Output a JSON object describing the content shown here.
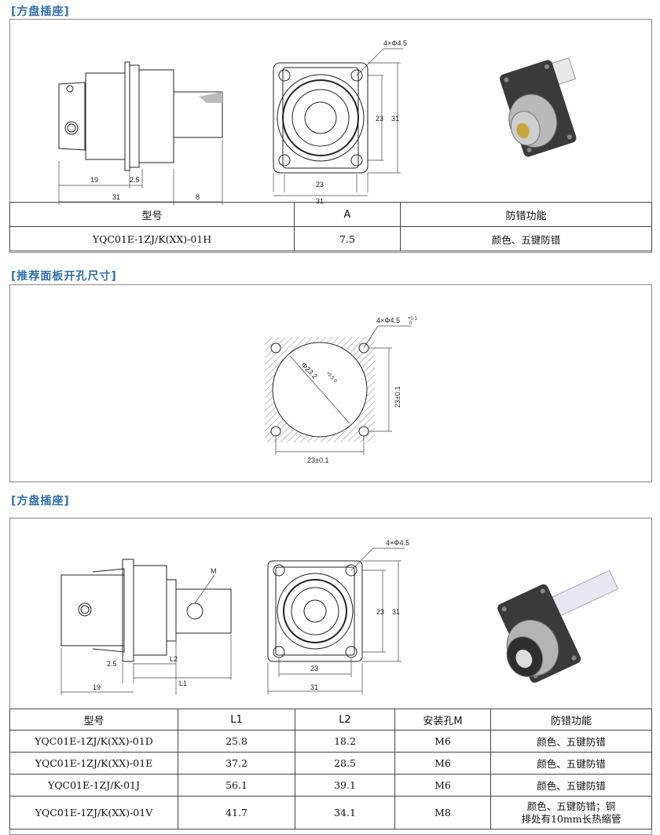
{
  "sections": [
    {
      "title": "[方盘插座]"
    },
    {
      "title": "[推荐面板开孔尺寸]"
    },
    {
      "title": "[方盘插座]"
    }
  ],
  "drawing1": {
    "side": {
      "d19": "19",
      "d2_5": "2.5",
      "d31": "31",
      "d8": "8"
    },
    "front": {
      "holes": "4×Φ4.5",
      "h23": "23",
      "h31": "31",
      "w23": "23",
      "w31": "31"
    }
  },
  "table1": {
    "headers": [
      "型号",
      "A",
      "防错功能"
    ],
    "rows": [
      [
        "YQC01E-1ZJ/K(XX)-01H",
        "7.5",
        "颜色、五键防错"
      ]
    ]
  },
  "cutout": {
    "holes": "4×Φ4.5",
    "holes_tol": "+0.1\n0",
    "dia": "Φ23.2",
    "dia_tol": "+0.5 0",
    "v": "23±0.1",
    "h": "23±0.1"
  },
  "drawing2": {
    "side": {
      "m": "M",
      "d2_5": "2.5",
      "l2": "L2",
      "l1": "L1",
      "d19": "19"
    },
    "front": {
      "holes": "4×Φ4.5",
      "h23": "23",
      "h31": "31",
      "w23": "23",
      "w31": "31"
    }
  },
  "table2": {
    "headers": [
      "型号",
      "L1",
      "L2",
      "安装孔M",
      "防错功能"
    ],
    "rows": [
      [
        "YQC01E-1ZJ/K(XX)-01D",
        "25.8",
        "18.2",
        "M6",
        "颜色、五键防错"
      ],
      [
        "YQC01E-1ZJ/K(XX)-01E",
        "37.2",
        "28.5",
        "M6",
        "颜色、五键防错"
      ],
      [
        "YQC01E-1ZJ/K-01J",
        "56.1",
        "39.1",
        "M6",
        "颜色、五键防错"
      ],
      [
        "YQC01E-1ZJ/K(XX)-01V",
        "41.7",
        "34.1",
        "M8",
        "颜色、五键防错；铜",
        "排处有10mm长热缩管"
      ]
    ]
  }
}
